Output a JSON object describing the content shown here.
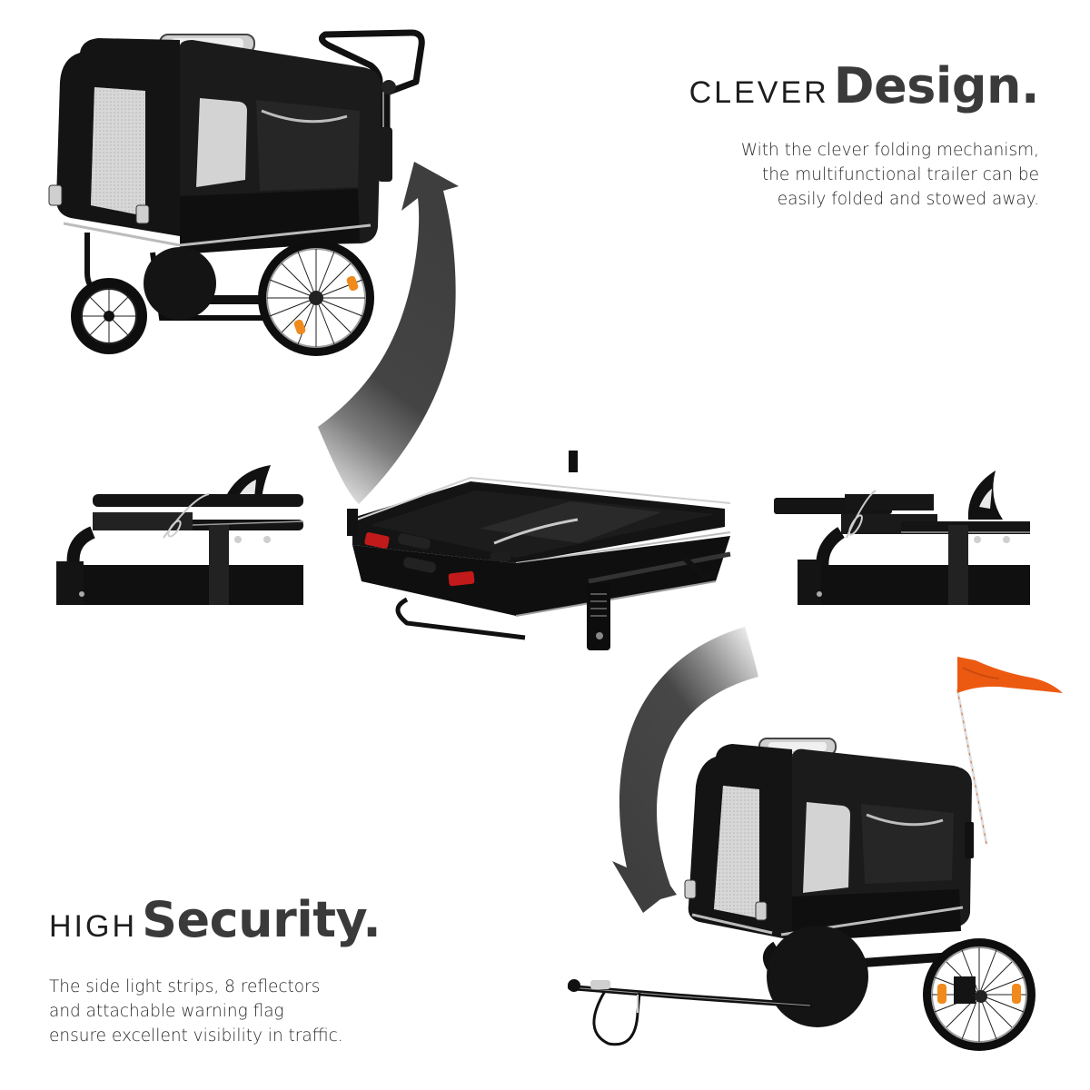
{
  "sections": {
    "clever_design": {
      "heading_light": "CLEVER",
      "heading_bold": "Design.",
      "body_lines": [
        "With the clever folding mechanism,",
        "the multifunctional trailer can be",
        "easily folded and stowed away."
      ]
    },
    "high_security": {
      "heading_light": "HIGH",
      "heading_bold": "Security.",
      "body_lines": [
        "The side light strips,  8 reflectors",
        "and attachable warning flag",
        "ensure excellent visibility in traffic."
      ]
    }
  },
  "images": {
    "trailer_stroller_mode": {
      "label": "trailer-stroller-mode",
      "description": "Black dog trailer in jogger mode with front wheel and push bar"
    },
    "folded_trailer": {
      "label": "folded-trailer",
      "description": "Trailer folded flat with red reflectors"
    },
    "latch_detail_left": {
      "label": "latch-detail-left",
      "description": "Close-up of folding latch pin and strap"
    },
    "latch_detail_right": {
      "label": "latch-detail-right",
      "description": "Close-up of folding latch pin and strap"
    },
    "trailer_bike_mode": {
      "label": "trailer-bike-mode",
      "description": "Trailer in bike mode with tow bar and orange warning flag"
    }
  },
  "colors": {
    "background": "#ffffff",
    "heading_bold": "#3a3a3a",
    "heading_light": "#1e1e1e",
    "body_text": "#2a2a2a",
    "trailer_body": "#161616",
    "mesh": "#d8d8d8",
    "reflector_orange": "#f08a1c",
    "reflector_red": "#c21a1a",
    "flag_orange": "#ec5a12",
    "arrow_gray": "#444444"
  }
}
